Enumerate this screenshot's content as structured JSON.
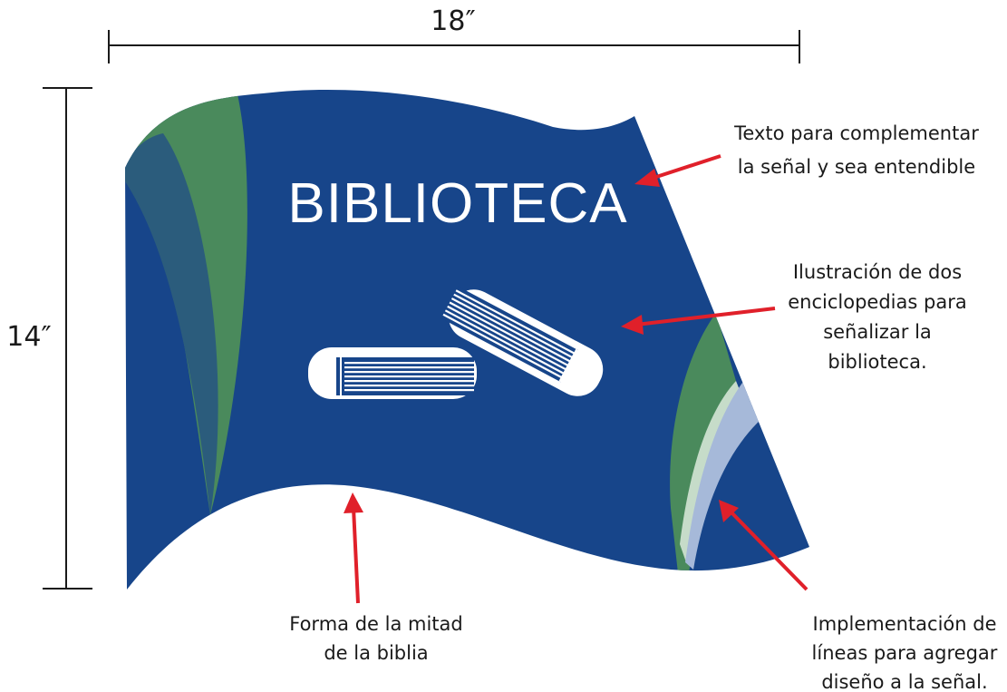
{
  "dimensions": {
    "width_label": "18″",
    "height_label": "14″"
  },
  "sign": {
    "title": "BIBLIOTECA",
    "icon": "two-encyclopedias-icon",
    "colors": {
      "flag_blue": "#17458a",
      "accent_green": "#4a8a5c",
      "shade_blue": "#2b5c7c",
      "light_blue": "#a6b9d9",
      "pale_green": "#c6dcc9",
      "book_white": "#ffffff"
    }
  },
  "annotations": {
    "text": [
      "Texto para complementar",
      "la señal y sea entendible"
    ],
    "illustration": [
      "Ilustración de dos",
      "enciclopedias para",
      "señalizar la",
      "biblioteca."
    ],
    "shape": [
      "Forma de la mitad",
      "de la biblia"
    ],
    "lines": [
      "Implementación de",
      "líneas para agregar",
      "diseño a la señal."
    ]
  },
  "colors": {
    "arrow": "#e0202a",
    "text": "#1a1a1a"
  }
}
